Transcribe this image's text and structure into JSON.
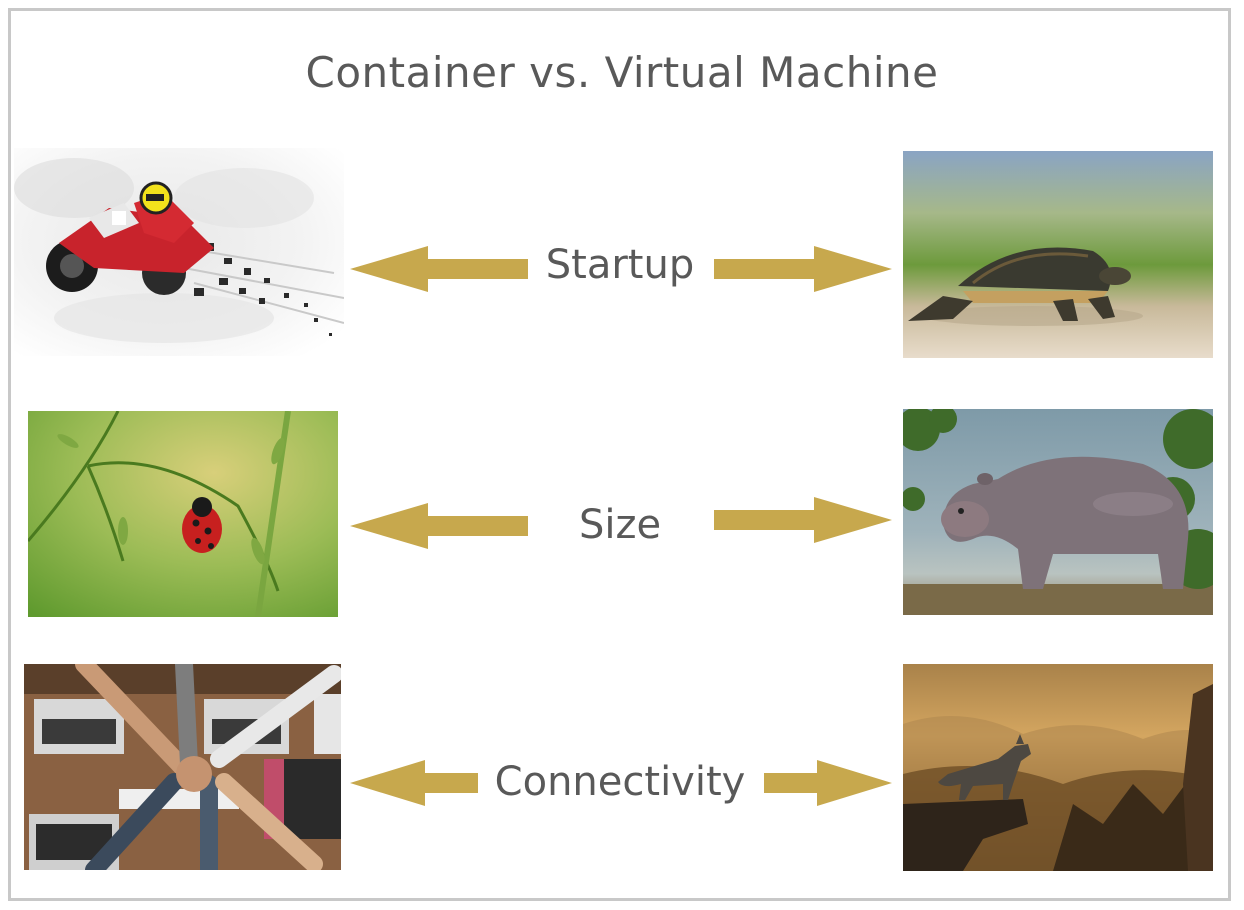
{
  "title": "Container vs. Virtual Machine",
  "rows": [
    {
      "label": "Startup",
      "left_image": "motorcycle",
      "right_image": "turtle"
    },
    {
      "label": "Size",
      "left_image": "ladybug",
      "right_image": "hippo"
    },
    {
      "label": "Connectivity",
      "left_image": "team-fist-bump",
      "right_image": "wolf-on-cliff"
    }
  ],
  "colors": {
    "arrow": "#c7a84d",
    "text": "#595959",
    "frame": "#c8c8c8"
  }
}
